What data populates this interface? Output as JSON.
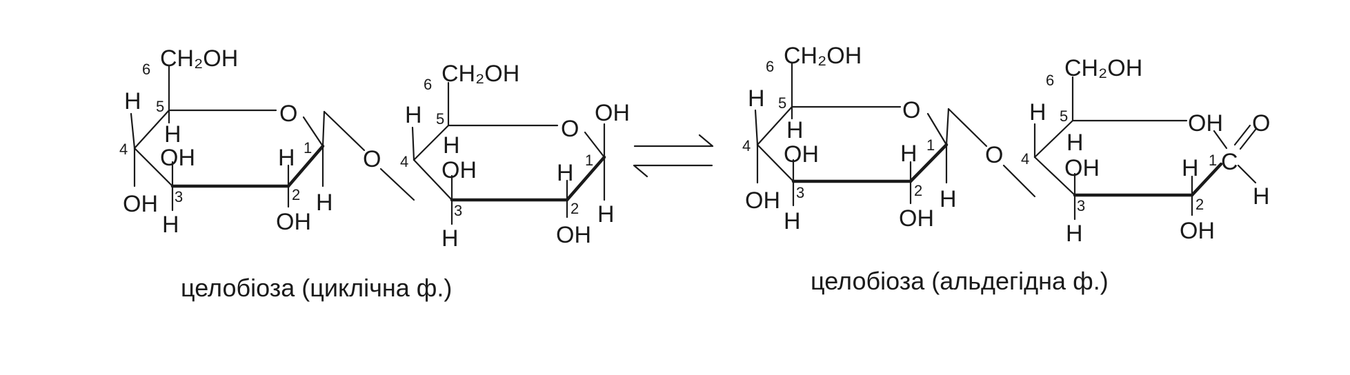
{
  "scheme": {
    "cyclic": {
      "caption": "целобіоза (циклічна ф.)",
      "ring1": {
        "ch2oh": "CH₂OH",
        "c6": "6",
        "ring_o": "O",
        "c5": "5",
        "c5_h_up": "H",
        "c5_h_down": "H",
        "c4": "4",
        "c4_oh": "OH",
        "c3": "3",
        "c3_oh": "OH",
        "c3_h": "H",
        "c2": "2",
        "c2_h": "H",
        "c2_oh": "OH",
        "c1": "1",
        "c1_h": "H"
      },
      "bridge_o": "O",
      "ring2": {
        "ch2oh": "CH₂OH",
        "c6": "6",
        "ring_o": "O",
        "c5": "5",
        "c5_h": "H",
        "c4_h_up": "H",
        "c4": "4",
        "c3_oh": "OH",
        "c3": "3",
        "c3_h": "H",
        "c2": "2",
        "c2_h": "H",
        "c2_oh": "OH",
        "c1": "1",
        "c1_oh": "OH",
        "c1_h": "H"
      }
    },
    "aldehyde": {
      "caption": "целобіоза (альдегідна ф.)",
      "ring1": {
        "ch2oh": "CH₂OH",
        "c6": "6",
        "ring_o": "O",
        "c5": "5",
        "c5_h_up": "H",
        "c5_h_down": "H",
        "c4": "4",
        "c4_oh": "OH",
        "c3": "3",
        "c3_oh": "OH",
        "c3_h": "H",
        "c2": "2",
        "c2_h": "H",
        "c2_oh": "OH",
        "c1": "1",
        "c1_h": "H"
      },
      "bridge_o": "O",
      "chain": {
        "ch2oh": "CH₂OH",
        "c6": "6",
        "c5": "5",
        "c5_h_up": "H",
        "c5_h_down": "H",
        "c5_oh": "OH",
        "c4": "4",
        "c3_oh": "OH",
        "c3": "3",
        "c3_h": "H",
        "c2": "2",
        "c2_h": "H",
        "c2_oh": "OH",
        "c1": "1",
        "c1_c": "C",
        "c1_o": "O",
        "c1_h": "H"
      }
    }
  }
}
